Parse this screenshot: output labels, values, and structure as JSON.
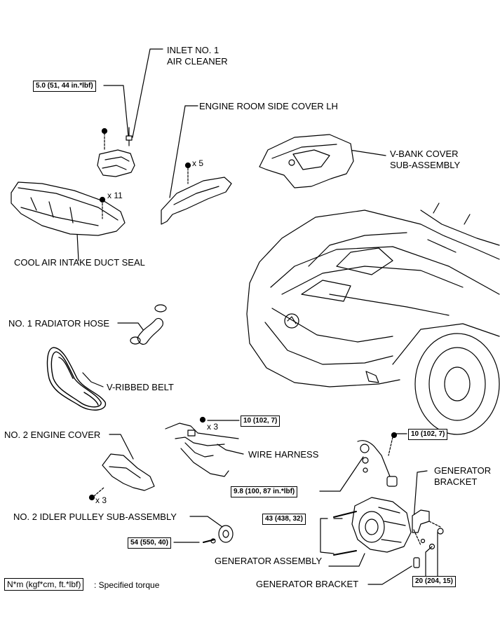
{
  "labels": {
    "inlet_air_cleaner_1": "INLET NO. 1",
    "inlet_air_cleaner_2": "AIR CLEANER",
    "engine_room_side_cover": "ENGINE ROOM SIDE COVER LH",
    "vbank_cover_1": "V-BANK COVER",
    "vbank_cover_2": "SUB-ASSEMBLY",
    "cool_air_intake": "COOL AIR INTAKE DUCT SEAL",
    "radiator_hose": "NO. 1 RADIATOR HOSE",
    "vribbed_belt": "V-RIBBED BELT",
    "engine_cover_2": "NO. 2 ENGINE COVER",
    "wire_harness": "WIRE HARNESS",
    "generator_bracket_1": "GENERATOR",
    "generator_bracket_2": "BRACKET",
    "idler_pulley": "NO. 2 IDLER PULLEY SUB-ASSEMBLY",
    "generator_assembly": "GENERATOR ASSEMBLY",
    "generator_bracket_bottom": "GENERATOR BRACKET"
  },
  "quantities": {
    "side_cover_bolts": "x 5",
    "duct_seal_clips": "x 11",
    "harness_bolts": "x 3",
    "engine_cover_bolts": "x 3"
  },
  "torques": {
    "inlet": "5.0 (51, 44 in.*lbf)",
    "harness": "10 (102, 7)",
    "generator_terminal": "10 (102, 7)",
    "terminal_nut": "9.8 (100, 87 in.*lbf)",
    "generator_bolt": "43 (438, 32)",
    "idler_pulley": "54 (550, 40)",
    "bracket_bolt": "20 (204, 15)"
  },
  "legend": {
    "unit": "N*m (kgf*cm, ft.*lbf)",
    "text": ": Specified torque"
  }
}
